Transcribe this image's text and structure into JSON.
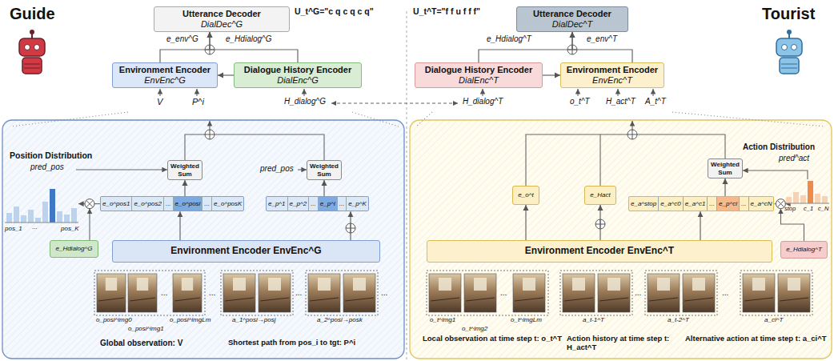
{
  "diagram": {
    "nodes": [
      {
        "text": [
          "Utterance Decoder",
          "DialDec^G"
        ]
      },
      {
        "text": [
          "Environment Encoder",
          "EnvEnc^G"
        ]
      },
      {
        "text": [
          "Dialogue History Encoder",
          "DialEnc^G"
        ]
      },
      {
        "text": [
          "Utterance Decoder",
          "DialDec^T"
        ]
      },
      {
        "text": [
          "Dialogue History Encoder",
          "DialEnc^T"
        ]
      },
      {
        "text": [
          "Environment Encoder",
          "EnvEnc^T"
        ]
      },
      {
        "text": [
          "Weighted Sum"
        ]
      },
      {
        "text": [
          "Weighted Sum"
        ]
      },
      {
        "text": [
          "e_o^pos1",
          "e_o^pos2",
          "...",
          "e_o^posi",
          "...",
          "e_o^posK"
        ]
      },
      {
        "text": [
          "e_p^1",
          "e_p^2",
          "...",
          "e_p^i",
          "...",
          "e_p^K"
        ]
      },
      {
        "text": [
          "Environment Encoder EnvEnc^G"
        ]
      },
      {
        "text": [
          "e_Hdialog^G"
        ]
      },
      {
        "text": [
          "Weighted Sum"
        ]
      },
      {
        "text": [
          "e_o^t"
        ]
      },
      {
        "text": [
          "e_Hact"
        ]
      },
      {
        "text": [
          "e_a^stop",
          "e_a^c0",
          "e_a^c1",
          "...",
          "e_p^ci",
          "...",
          "e_a^cN"
        ]
      },
      {
        "text": [
          "Environment Encoder EnvEnc^T"
        ]
      },
      {
        "text": [
          "e_Hdialog^T"
        ]
      }
    ],
    "edges": [
      {
        "from": 1,
        "to": 0,
        "arrow": "to"
      },
      {
        "from": 2,
        "to": 0,
        "arrow": "to"
      },
      {
        "from": 2,
        "to": 1,
        "arrow": "to"
      },
      {
        "from": 5,
        "to": 3,
        "arrow": "to"
      },
      {
        "from": 4,
        "to": 3,
        "arrow": "to"
      },
      {
        "from": 4,
        "to": 5,
        "arrow": "to"
      },
      {
        "from": 10,
        "to": 8,
        "arrow": "to"
      },
      {
        "from": 10,
        "to": 9,
        "arrow": "to"
      },
      {
        "from": 8,
        "to": 6,
        "arrow": "to"
      },
      {
        "from": 9,
        "to": 7,
        "arrow": "to"
      },
      {
        "from": 16,
        "to": 13,
        "arrow": "to"
      },
      {
        "from": 16,
        "to": 14,
        "arrow": "to"
      },
      {
        "from": 16,
        "to": 15,
        "arrow": "to"
      },
      {
        "from": 15,
        "to": 12,
        "arrow": "to"
      }
    ],
    "labels": [
      "Guide",
      "Tourist",
      "U_t^G=\"c q c q c q\"",
      "U_t^T=\"f f u f f f\"",
      "e_env^G",
      "e_Hdialog^G",
      "V",
      "P^i",
      "H_dialog^G",
      "e_Hdialog^T",
      "e_env^T",
      "H_dialog^T",
      "o_t^T",
      "H_act^T",
      "A_t^T",
      "Position Distribution",
      "pred_pos",
      "pos_1",
      "...",
      "pos_K",
      "pred_pos",
      "o_posi^img0",
      "o_posi^img1",
      "...",
      "o_posi^imgLm",
      "...",
      "a_1^posi→posj",
      "...",
      "a_2^posi→posk",
      "...",
      "Global observation: V",
      "Shortest path from pos_i to tgt: P^i",
      "Action Distribution",
      "pred^act",
      "stop",
      "c_1",
      "c_N",
      "o_t^img1",
      "o_t^img2",
      "...",
      "o_t^imgLm",
      "a_t-1^T",
      "...",
      "a_t-2^T",
      "...",
      "a_ci^T",
      "Local observation at time step t: o_t^T",
      "Action history at time step t: H_act^T",
      "Alternative action at time step t: a_ci^T"
    ]
  }
}
